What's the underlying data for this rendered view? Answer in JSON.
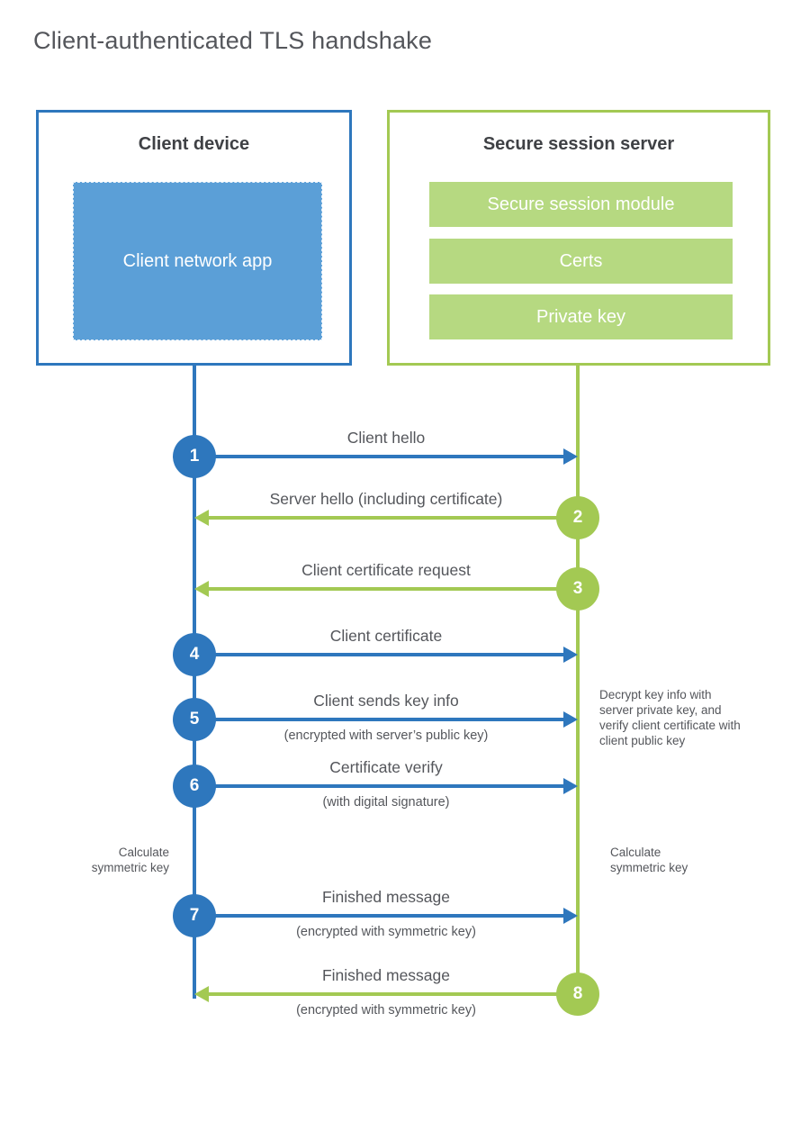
{
  "title": "Client-authenticated TLS handshake",
  "colors": {
    "blue": "#2e77bd",
    "blue_fill": "#5b9fd7",
    "green": "#a3c953",
    "green_fill": "#b6d981",
    "text_dark": "#3f4145",
    "text_gray": "#54565b"
  },
  "client": {
    "title": "Client device",
    "app_label": "Client network app"
  },
  "server": {
    "title": "Secure session server",
    "modules": [
      "Secure session module",
      "Certs",
      "Private key"
    ]
  },
  "steps": [
    {
      "num": "1",
      "label": "Client hello",
      "sublabel": "",
      "direction": "right"
    },
    {
      "num": "2",
      "label": "Server hello (including certificate)",
      "sublabel": "",
      "direction": "left"
    },
    {
      "num": "3",
      "label": "Client certificate request",
      "sublabel": "",
      "direction": "left"
    },
    {
      "num": "4",
      "label": "Client certificate",
      "sublabel": "",
      "direction": "right"
    },
    {
      "num": "5",
      "label": "Client sends key info",
      "sublabel": "(encrypted with server’s public key)",
      "direction": "right"
    },
    {
      "num": "6",
      "label": "Certificate verify",
      "sublabel": "(with digital signature)",
      "direction": "right"
    },
    {
      "num": "7",
      "label": "Finished message",
      "sublabel": "(encrypted with symmetric key)",
      "direction": "right"
    },
    {
      "num": "8",
      "label": "Finished message",
      "sublabel": "(encrypted with symmetric key)",
      "direction": "left"
    }
  ],
  "notes": {
    "client_calc": "Calculate symmetric key",
    "server_calc": "Calculate symmetric key",
    "decrypt": "Decrypt key info with server private key, and verify client certificate with client public key"
  }
}
